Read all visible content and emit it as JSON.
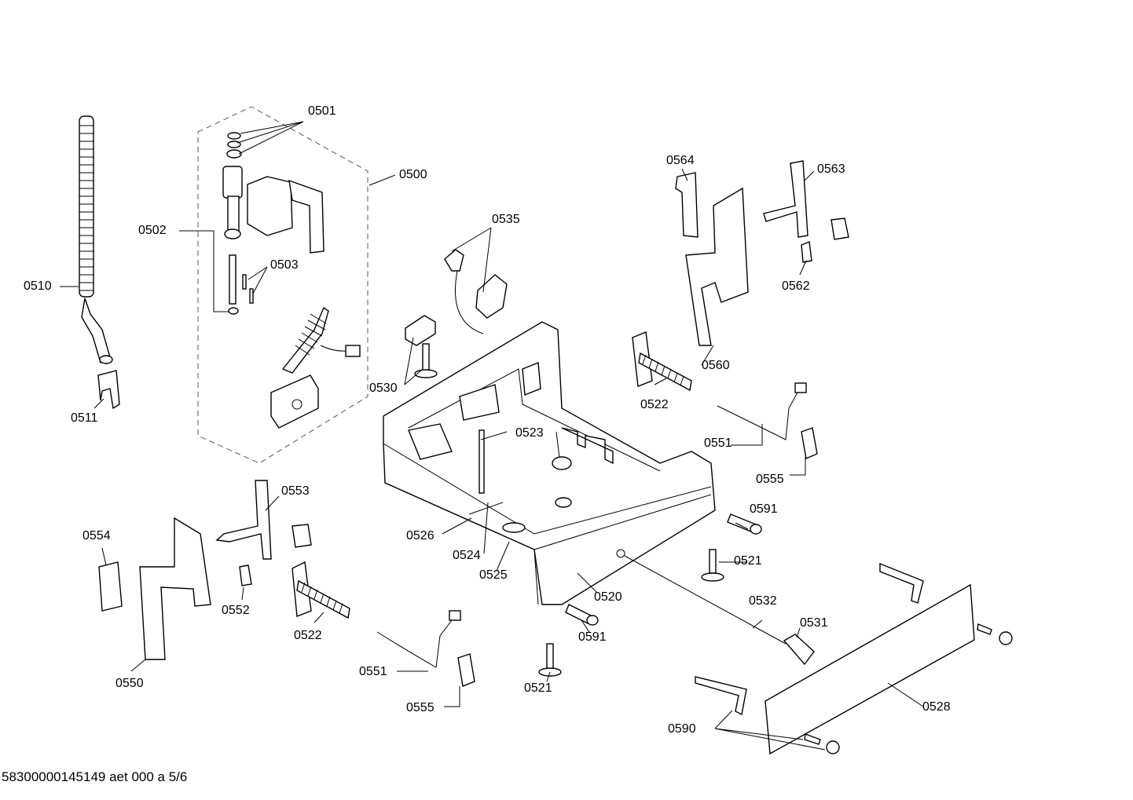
{
  "labels": {
    "p0500": "0500",
    "p0501": "0501",
    "p0502": "0502",
    "p0503": "0503",
    "p0510": "0510",
    "p0511": "0511",
    "p0520": "0520",
    "p0521a": "0521",
    "p0521b": "0521",
    "p0522a": "0522",
    "p0522b": "0522",
    "p0523": "0523",
    "p0524": "0524",
    "p0525": "0525",
    "p0526": "0526",
    "p0528": "0528",
    "p0530": "0530",
    "p0531": "0531",
    "p0532": "0532",
    "p0535": "0535",
    "p0550": "0550",
    "p0551a": "0551",
    "p0551b": "0551",
    "p0552": "0552",
    "p0553": "0553",
    "p0554": "0554",
    "p0555a": "0555",
    "p0555b": "0555",
    "p0560": "0560",
    "p0562": "0562",
    "p0563": "0563",
    "p0564": "0564",
    "p0590": "0590",
    "p0591a": "0591",
    "p0591b": "0591"
  },
  "footer": "58300000145149 aet 000 a 5/6"
}
